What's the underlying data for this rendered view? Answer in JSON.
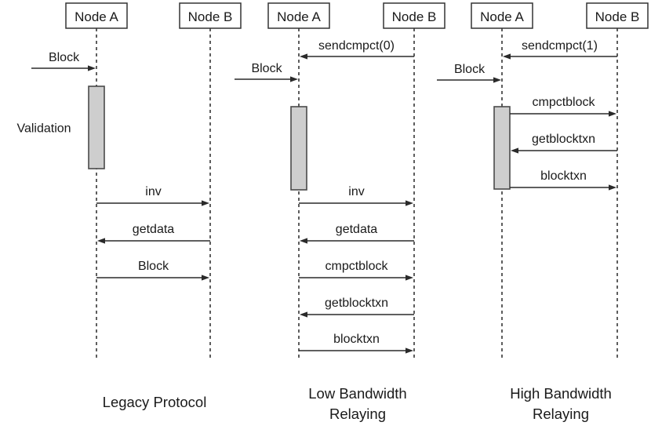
{
  "colors": {
    "background": "#ffffff",
    "line": "#2a2a2a",
    "text": "#1a1a1a",
    "box_fill": "#ffffff",
    "box_stroke": "#333333",
    "activation_fill": "#cecece",
    "activation_stroke": "#4a4a4a"
  },
  "panels": [
    {
      "node_a": "Node A",
      "node_b": "Node B",
      "setup_message": null,
      "incoming_block": {
        "label": "Block"
      },
      "activation_label": "Validation",
      "messages": [
        {
          "label": "inv",
          "direction": "a_to_b"
        },
        {
          "label": "getdata",
          "direction": "b_to_a"
        },
        {
          "label": "Block",
          "direction": "a_to_b"
        }
      ],
      "caption_lines": [
        "Legacy Protocol"
      ]
    },
    {
      "node_a": "Node A",
      "node_b": "Node B",
      "setup_message": {
        "label": "sendcmpct(0)",
        "direction": "b_to_a"
      },
      "incoming_block": {
        "label": "Block"
      },
      "activation_label": "",
      "messages": [
        {
          "label": "inv",
          "direction": "a_to_b"
        },
        {
          "label": "getdata",
          "direction": "b_to_a"
        },
        {
          "label": "cmpctblock",
          "direction": "a_to_b"
        },
        {
          "label": "getblocktxn",
          "direction": "b_to_a"
        },
        {
          "label": "blocktxn",
          "direction": "a_to_b"
        }
      ],
      "caption_lines": [
        "Low Bandwidth",
        "Relaying"
      ]
    },
    {
      "node_a": "Node A",
      "node_b": "Node B",
      "setup_message": {
        "label": "sendcmpct(1)",
        "direction": "b_to_a"
      },
      "incoming_block": {
        "label": "Block"
      },
      "activation_label": "",
      "messages": [
        {
          "label": "cmpctblock",
          "direction": "a_to_b"
        },
        {
          "label": "getblocktxn",
          "direction": "b_to_a"
        },
        {
          "label": "blocktxn",
          "direction": "a_to_b"
        }
      ],
      "caption_lines": [
        "High Bandwidth",
        "Relaying"
      ]
    }
  ]
}
